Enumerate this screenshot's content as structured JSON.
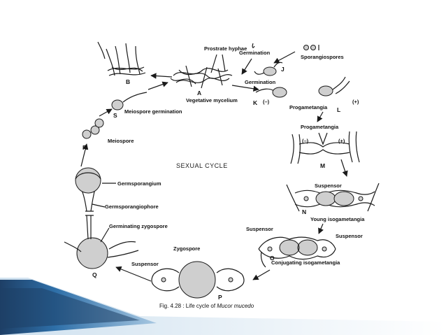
{
  "colors": {
    "band_dark": "#1e3f66",
    "band_mid": "#2e6fa8",
    "band_light": "#a8c8e2",
    "ink": "#1a1a1a"
  },
  "diagram": {
    "center_label": "SEXUAL CYCLE",
    "caption_prefix": "Fig. 4.28 : Life cycle of ",
    "caption_species": "Mucor mucedo",
    "labels": {
      "prostrate_hyphae": "Prostrate hyphae",
      "germination_top": "Germination",
      "sporangiospores": "Sporangiospores",
      "germination_j": "Germination",
      "vegetative_mycelium": "Vegetative mycelium",
      "meiospore_germination": "Meiospore germination",
      "meiospore": "Meiospore",
      "progametangia_l": "Progametangia",
      "progametangia_m": "Progametangia",
      "minus_k": "(–)",
      "plus_l": "(+)",
      "minus_m": "(–)",
      "plus_m": "(+)",
      "suspensor_n": "Suspensor",
      "young_isogametangia": "Young isogametangia",
      "suspensor_o_left": "Suspensor",
      "suspensor_o_right": "Suspensor",
      "conjugating_isogametangia": "Conjugating isogametangia",
      "zygospore": "Zygospore",
      "suspensor_p": "Suspensor",
      "germsporangium": "Germsporangium",
      "germsporangiophore": "Germsporangiophore",
      "germinating_zygospore": "Germinating zygospore"
    },
    "stage_letters": {
      "A": "A",
      "B": "B",
      "J": "J",
      "K": "K",
      "L": "L",
      "M": "M",
      "N": "N",
      "O": "O",
      "P": "P",
      "Q": "Q",
      "R": "R",
      "S": "S"
    }
  }
}
